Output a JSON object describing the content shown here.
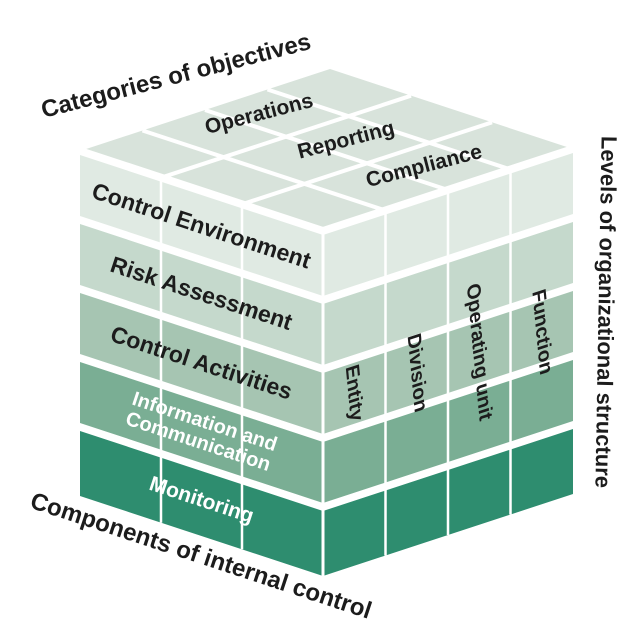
{
  "diagram": {
    "axis_labels": {
      "top": "Categories of objectives",
      "bottom": "Components of internal control",
      "right": "Levels of organizational structure"
    },
    "categories": [
      "Operations",
      "Reporting",
      "Compliance"
    ],
    "components": [
      {
        "lines": [
          "Control Environment"
        ],
        "fill": "#e0eae3",
        "text": "#1c1c1c"
      },
      {
        "lines": [
          "Risk Assessment"
        ],
        "fill": "#c5d9cc",
        "text": "#1c1c1c"
      },
      {
        "lines": [
          "Control Activities"
        ],
        "fill": "#a6c5b2",
        "text": "#1c1c1c"
      },
      {
        "lines": [
          "Information and",
          "Communication"
        ],
        "fill": "#7aae94",
        "text": "#ffffff"
      },
      {
        "lines": [
          "Monitoring"
        ],
        "fill": "#2e8d6f",
        "text": "#ffffff"
      }
    ],
    "levels": [
      "Entity",
      "Division",
      "Operating unit",
      "Function"
    ],
    "colors": {
      "top_face": "#d8e3db",
      "grid": "#ffffff",
      "outer_text": "#1c1c1c"
    }
  }
}
